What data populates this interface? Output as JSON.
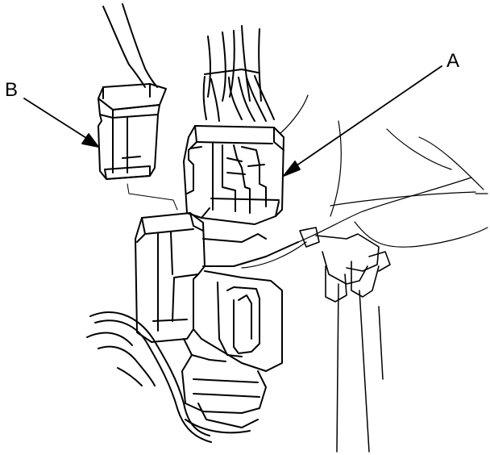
{
  "figure": {
    "callouts": [
      {
        "id": "A",
        "text": "A",
        "target": "connector-a"
      },
      {
        "id": "B",
        "text": "B",
        "target": "connector-b"
      }
    ],
    "colors": {
      "line": "#000000",
      "background": "#ffffff"
    }
  }
}
